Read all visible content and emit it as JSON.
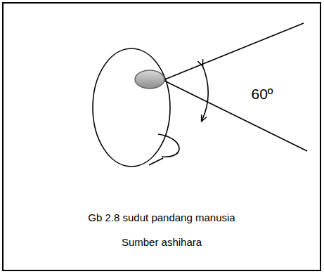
{
  "diagram": {
    "caption": "Gb 2.8 sudut pandang manusia",
    "labels": [
      "60º",
      "Sumber ashihara"
    ]
  }
}
